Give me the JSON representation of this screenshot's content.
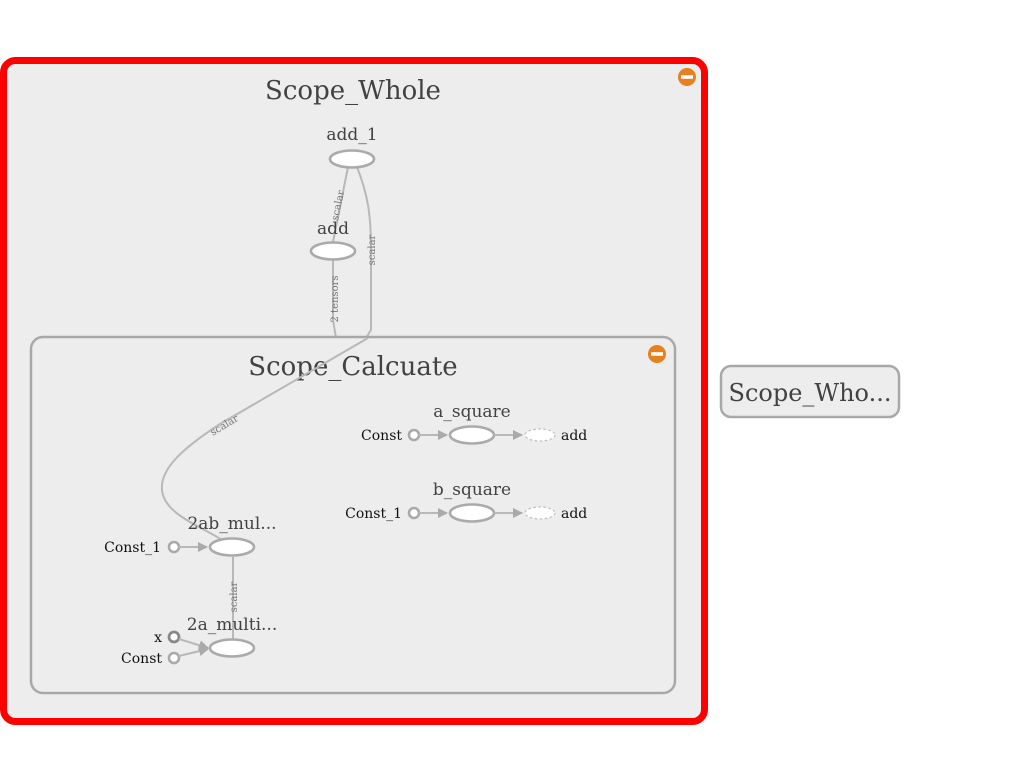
{
  "graph": {
    "scope_whole": {
      "title": "Scope_Whole",
      "collapse_color": "#e8801e",
      "highlight_color": "#ff0000"
    },
    "scope_calculate": {
      "title": "Scope_Calcuate",
      "collapse_color": "#e8801e"
    },
    "collapsed_node": {
      "title": "Scope_Who..."
    },
    "nodes": {
      "add_1": {
        "title": "add_1"
      },
      "add": {
        "title": "add"
      },
      "a_square": {
        "title": "a_square",
        "input": "Const",
        "output": "add"
      },
      "b_square": {
        "title": "b_square",
        "input": "Const_1",
        "output": "add"
      },
      "ab_mul": {
        "title": "2ab_mul...",
        "input": "Const_1"
      },
      "a_multi": {
        "title": "2a_multi...",
        "input_x": "x",
        "input_const": "Const"
      }
    },
    "edges": {
      "add_to_add_1": "scalar",
      "scope_to_add_1": "scalar",
      "scope_to_add": "2 tensors",
      "ab_mul_out": "scalar",
      "a_multi_to_ab_mul": "scalar"
    }
  }
}
